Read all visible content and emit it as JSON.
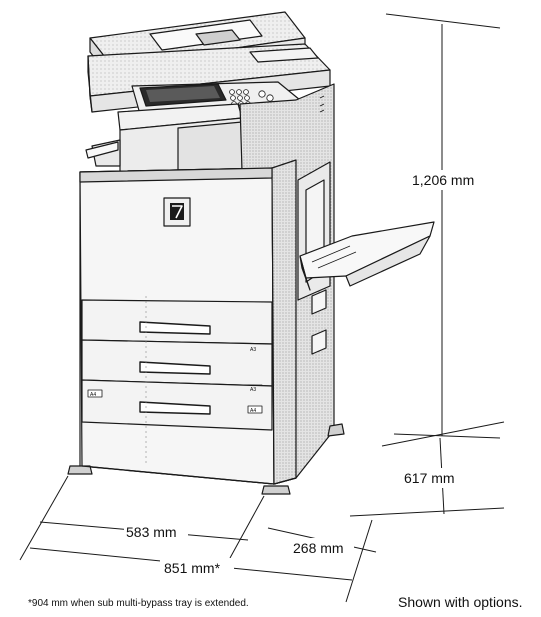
{
  "dimensions": {
    "height": "1,206 mm",
    "depth": "617 mm",
    "width": "583 mm",
    "tray_extension": "268 mm",
    "total_width": "851 mm*"
  },
  "footnote": "*904 mm when sub multi-bypass tray is extended.",
  "caption": "Shown with options.",
  "control_panel_text": "",
  "tray_labels": {
    "tray1": "A3",
    "tray2": "A3",
    "tray3_left": "A4",
    "tray3_right": "A4"
  },
  "colors": {
    "line": "#1a1a1a",
    "body_fill": "#f4f4f4",
    "side_fill": "#e2e2e2",
    "accent": "#000000"
  }
}
